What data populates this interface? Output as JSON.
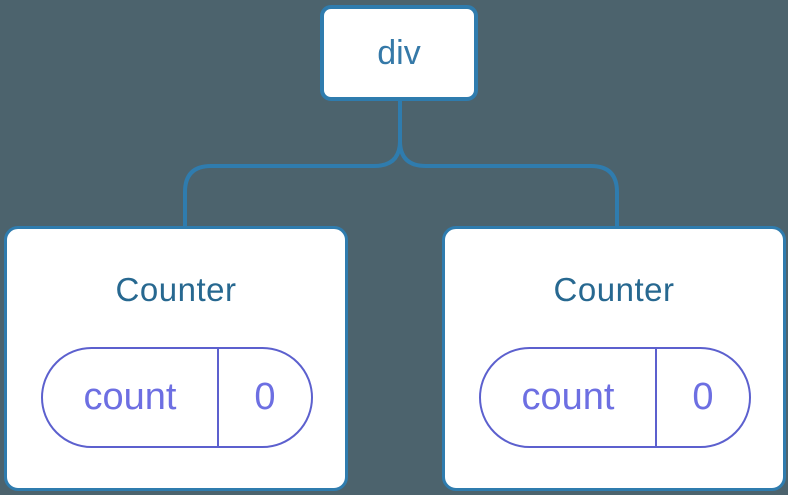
{
  "tree": {
    "root": {
      "label": "div"
    },
    "children": [
      {
        "title": "Counter",
        "state_key": "count",
        "state_value": "0"
      },
      {
        "title": "Counter",
        "state_key": "count",
        "state_value": "0"
      }
    ]
  },
  "colors": {
    "background": "#4c636d",
    "node_bg": "#ffffff",
    "node_border": "#2f7cae",
    "root_label": "#3579a8",
    "child_title": "#276890",
    "state_border": "#5c60ce",
    "state_text": "#6d6fe2"
  }
}
